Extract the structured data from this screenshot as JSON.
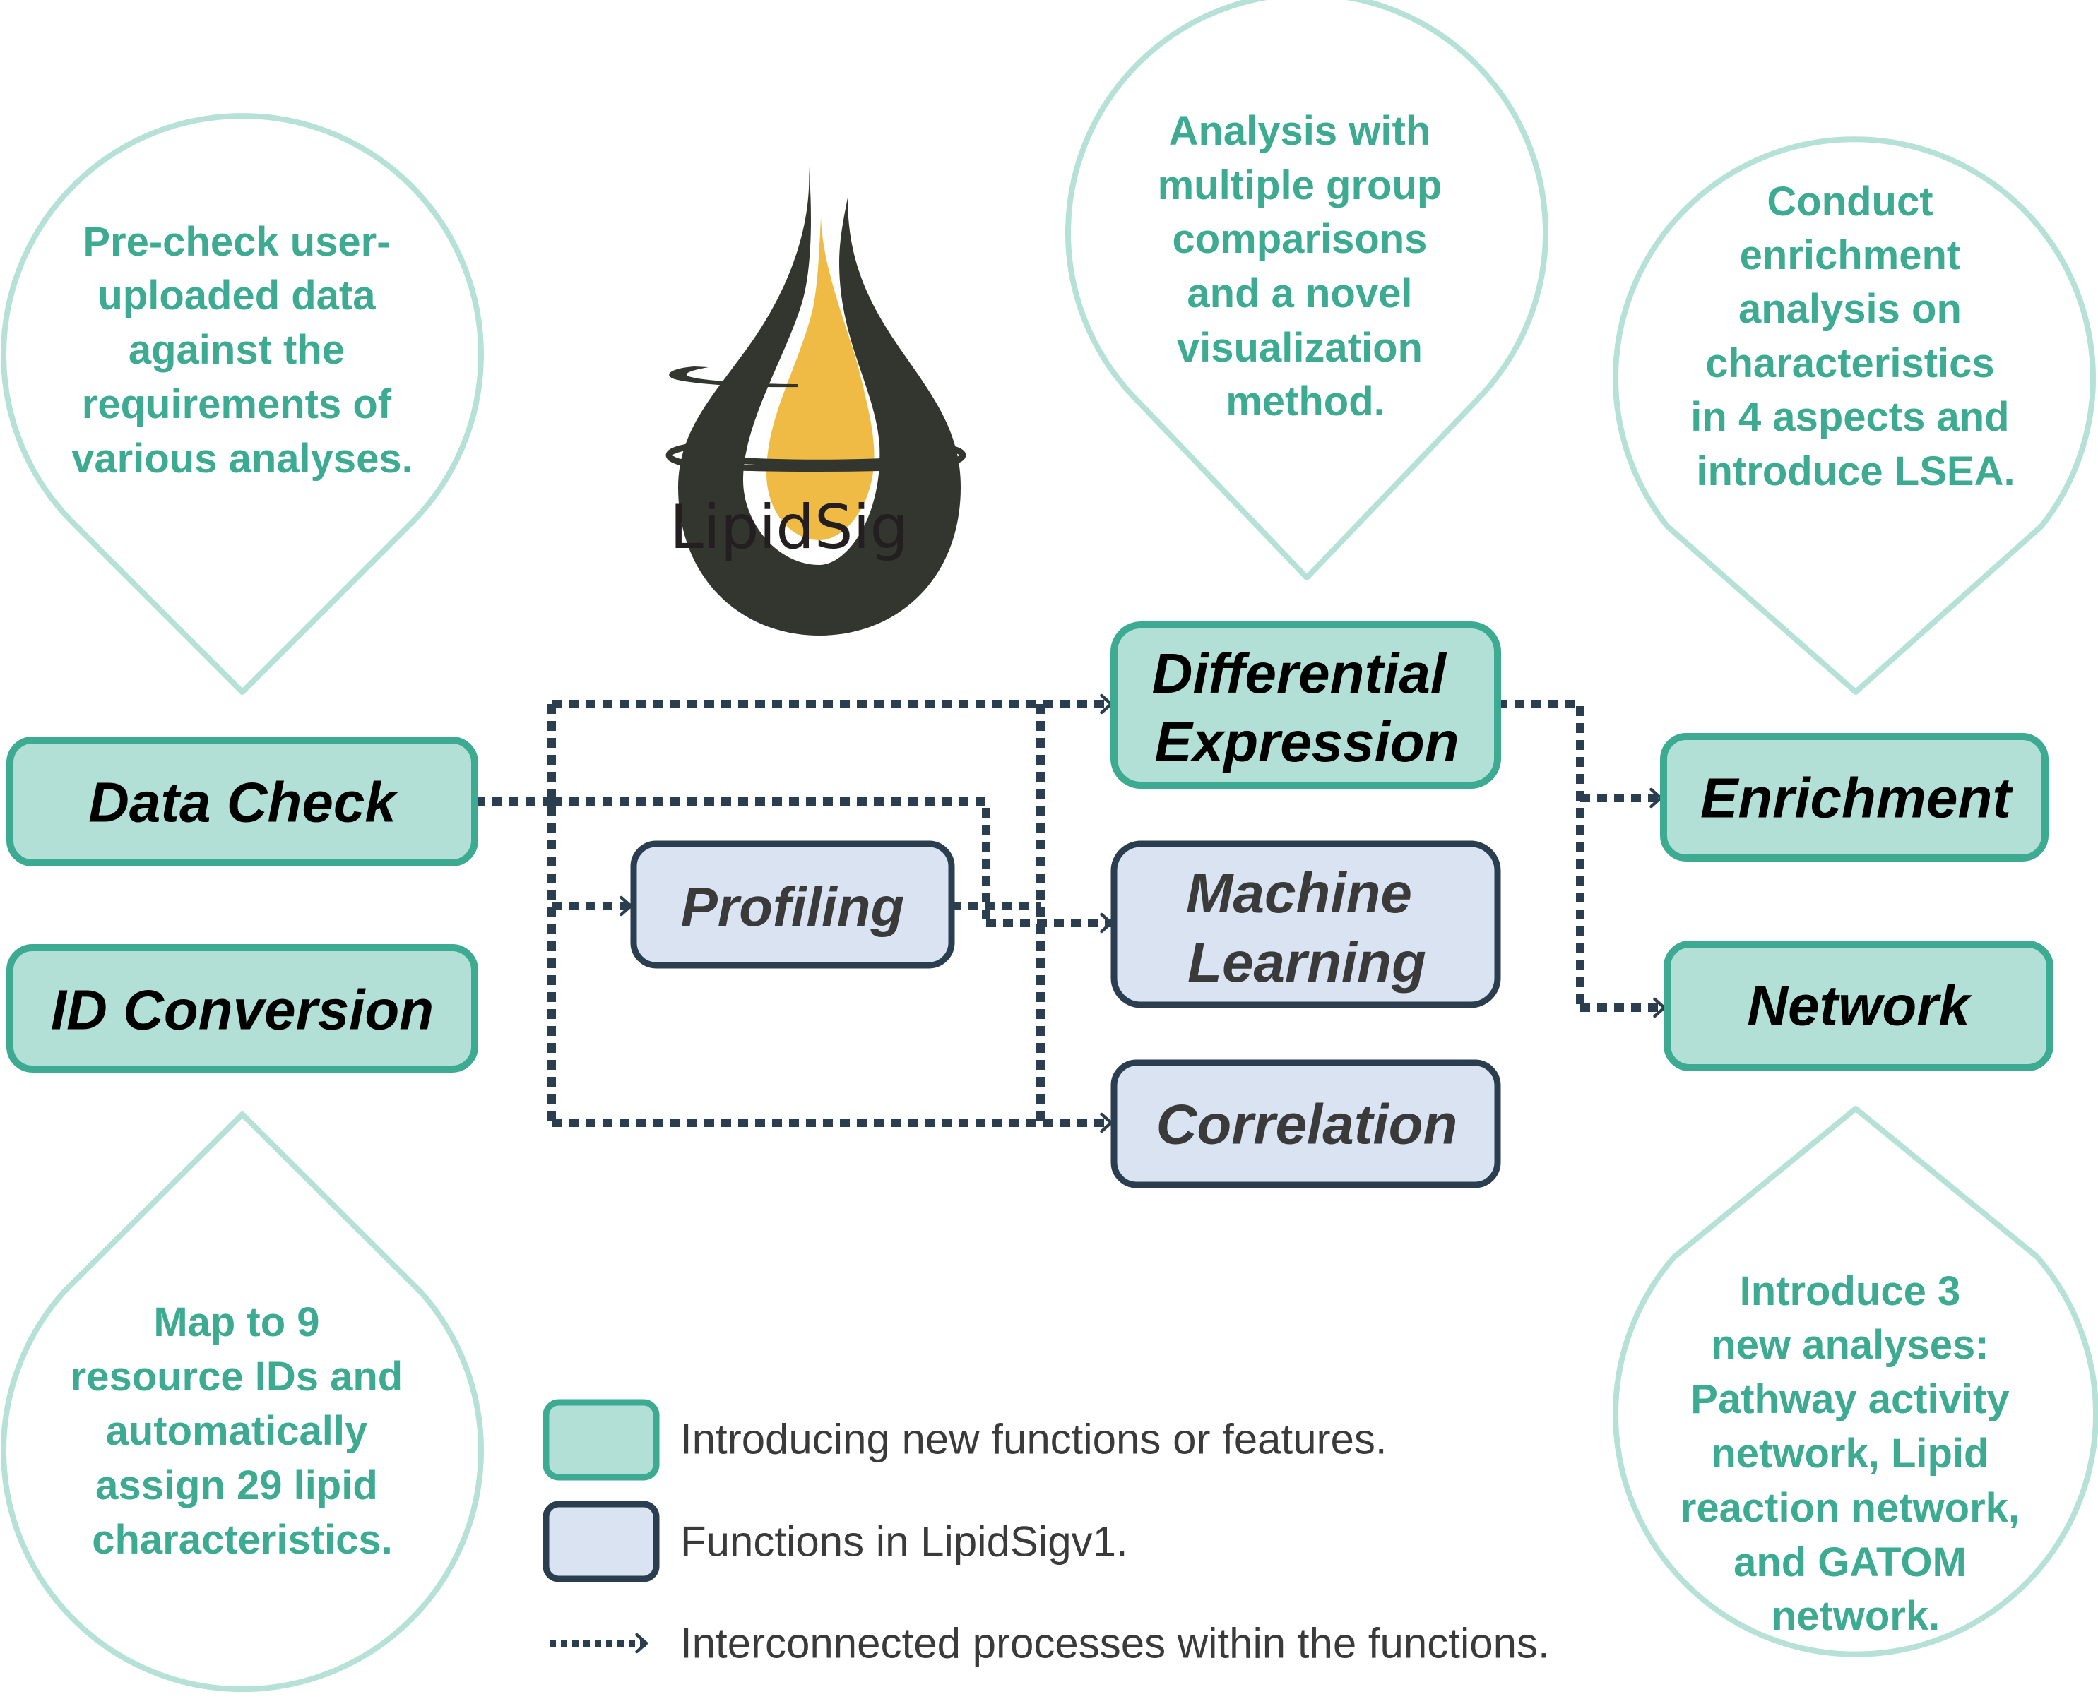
{
  "logo": {
    "name": "LipidSig",
    "drop_outer_color": "#33352f",
    "drop_inner_color": "#efbb45"
  },
  "colors": {
    "new_fill": "#b3e0d6",
    "new_stroke": "#3dab91",
    "v1_fill": "#dae3f1",
    "v1_stroke": "#2b3e50",
    "pin_stroke": "#b5e1d6",
    "pin_text": "#3dab91",
    "connector": "#2b3e50"
  },
  "callouts": [
    {
      "id": "data-check-note",
      "lines": [
        "Pre-check user-",
        "uploaded data",
        "against the",
        "requirements of",
        "various analyses."
      ]
    },
    {
      "id": "differential-note",
      "lines": [
        "Analysis with",
        "multiple group",
        "comparisons",
        "and a novel",
        "visualization",
        "method."
      ]
    },
    {
      "id": "enrichment-note",
      "lines": [
        "Conduct",
        "enrichment",
        "analysis on",
        "characteristics",
        "in 4 aspects and",
        "introduce LSEA."
      ]
    },
    {
      "id": "id-conversion-note",
      "lines": [
        "Map to 9",
        "resource IDs and",
        "automatically",
        "assign 29 lipid",
        "characteristics."
      ]
    },
    {
      "id": "network-note",
      "lines": [
        "Introduce 3",
        "new analyses:",
        "Pathway activity",
        "network, Lipid",
        "reaction network,",
        "and GATOM",
        "network."
      ]
    }
  ],
  "nodes": {
    "data_check": {
      "label": "Data Check",
      "type": "new"
    },
    "id_conversion": {
      "label": "ID Conversion",
      "type": "new"
    },
    "profiling": {
      "label": "Profiling",
      "type": "v1"
    },
    "differential_expression": {
      "lines": [
        "Differential",
        "Expression"
      ],
      "type": "new"
    },
    "machine_learning": {
      "lines": [
        "Machine",
        "Learning"
      ],
      "type": "v1"
    },
    "correlation": {
      "label": "Correlation",
      "type": "v1"
    },
    "enrichment": {
      "label": "Enrichment",
      "type": "new"
    },
    "network": {
      "label": "Network",
      "type": "new"
    }
  },
  "edges": [
    {
      "from": "Data Check",
      "to": "Profiling"
    },
    {
      "from": "Data Check",
      "to": "Differential Expression"
    },
    {
      "from": "Data Check",
      "to": "Machine Learning"
    },
    {
      "from": "Data Check",
      "to": "Correlation"
    },
    {
      "from": "Profiling",
      "to": "Differential Expression"
    },
    {
      "from": "Profiling",
      "to": "Machine Learning"
    },
    {
      "from": "Profiling",
      "to": "Correlation"
    },
    {
      "from": "Differential Expression",
      "to": "Enrichment"
    },
    {
      "from": "Differential Expression",
      "to": "Network"
    }
  ],
  "legend": {
    "new": "Introducing new functions or features.",
    "v1": "Functions in LipidSigv1.",
    "arrow": "Interconnected processes within the functions."
  }
}
